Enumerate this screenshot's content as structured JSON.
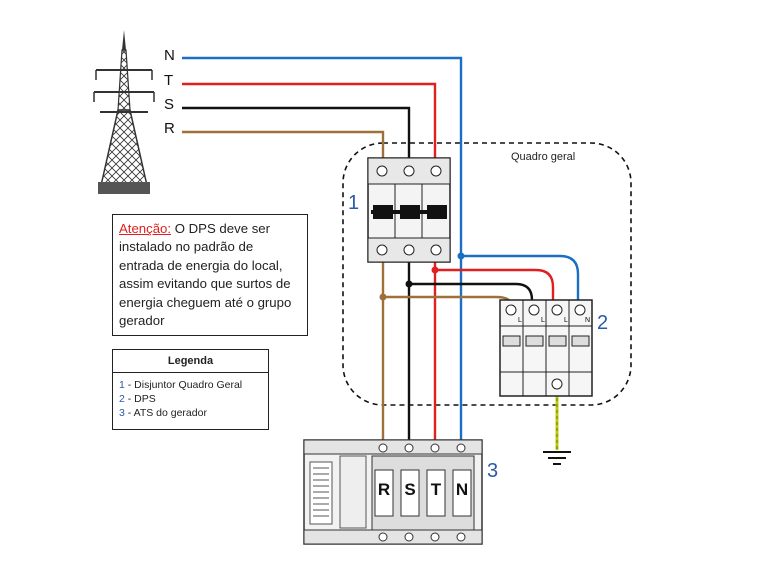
{
  "phases": {
    "n": "N",
    "t": "T",
    "s": "S",
    "r": "R"
  },
  "panel_label": "Quadro geral",
  "callouts": {
    "breaker": "1",
    "dps": "2",
    "ats": "3"
  },
  "warning": {
    "prefix": "Atenção:",
    "text": " O DPS deve ser instalado no padrão de entrada de energia do local, assim evitando que surtos de energia cheguem até o grupo gerador"
  },
  "legend": {
    "title": "Legenda",
    "items": [
      {
        "num": "1",
        "text": " - Disjuntor Quadro Geral"
      },
      {
        "num": "2",
        "text": " - DPS"
      },
      {
        "num": "3",
        "text": " - ATS do gerador"
      }
    ]
  },
  "dps_terminals": [
    "L",
    "L",
    "L",
    "N"
  ],
  "ats_phases": [
    "R",
    "S",
    "T",
    "N"
  ],
  "colors": {
    "neutral": "#1a6fc4",
    "phase_t": "#e02020",
    "phase_s": "#111111",
    "phase_r": "#a0703a",
    "ground": "#c8c800",
    "callout": "#2a5aa8"
  }
}
